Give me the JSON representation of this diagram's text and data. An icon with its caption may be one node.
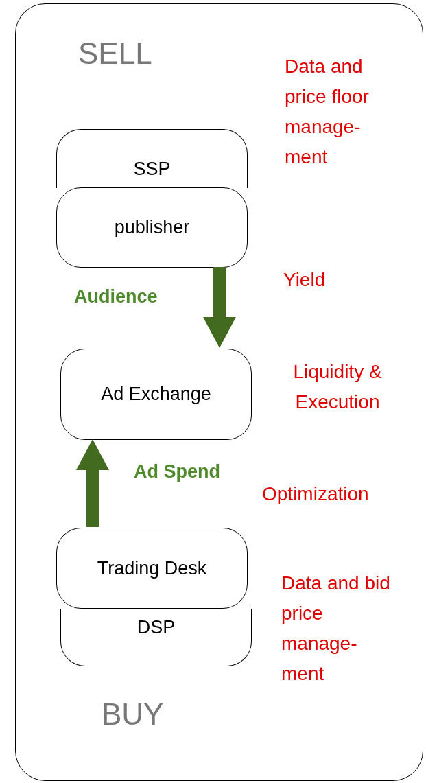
{
  "diagram": {
    "nodes": [
      {
        "text": [
          "SELL",
          "BUY"
        ]
      },
      {
        "text": [
          "SSP"
        ],
        "in": 0
      },
      {
        "text": [
          "publisher"
        ],
        "in": 0
      },
      {
        "text": [
          "Ad Exchange"
        ],
        "in": 0
      },
      {
        "text": [
          "Trading Desk"
        ],
        "in": 0
      },
      {
        "text": [
          "DSP"
        ],
        "in": 0
      }
    ],
    "edges": [
      {
        "from": 2,
        "to": 3,
        "arrow": "to",
        "label": "Audience"
      },
      {
        "from": 4,
        "to": 3,
        "arrow": "to",
        "label": "Ad Spend"
      }
    ],
    "labels": [
      "Data and price floor manage- ment",
      "Yield",
      "Liquidity & Execution",
      "Optimization",
      "Data and bid price manage- ment"
    ]
  }
}
